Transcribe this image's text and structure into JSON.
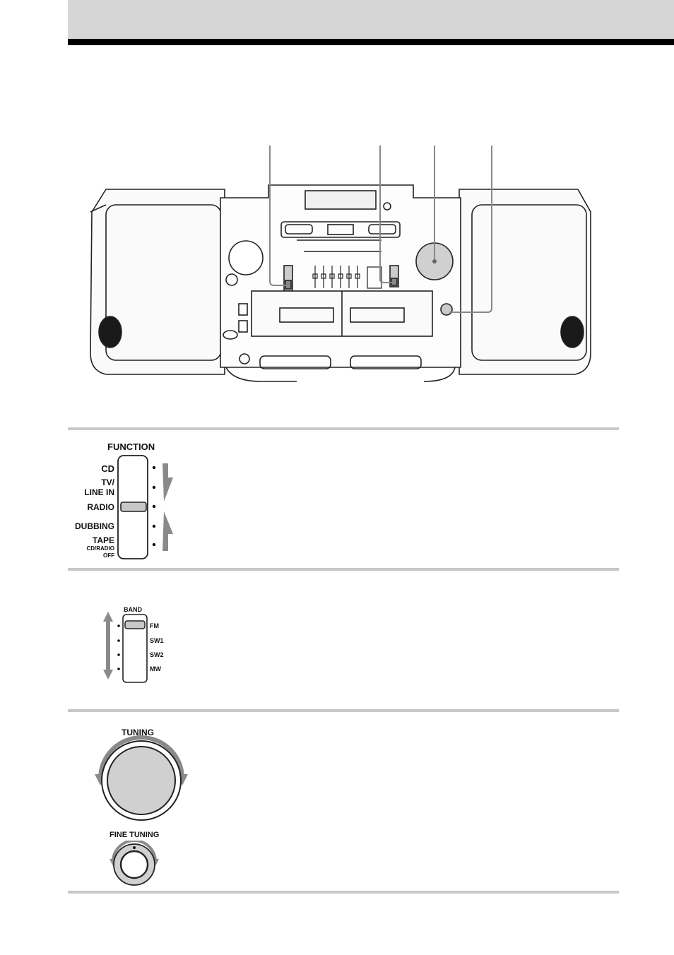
{
  "header": {
    "background": "#d6d6d6",
    "rule_color": "#000000"
  },
  "illustration": {
    "name": "boombox-front-view",
    "callout_count": 4
  },
  "function_switch": {
    "title": "FUNCTION",
    "positions": [
      "CD",
      "TV/\nLINE IN",
      "RADIO",
      "DUBBING",
      "TAPE"
    ],
    "sub_label": "CD/RADIO\nOFF",
    "selected": "RADIO"
  },
  "band_switch": {
    "title": "BAND",
    "positions": [
      "FM",
      "SW1",
      "SW2",
      "MW"
    ],
    "selected": "FM"
  },
  "tuning": {
    "dial_title": "TUNING",
    "fine_title": "FINE TUNING"
  },
  "colors": {
    "section_rule": "#c8c8c8",
    "knob_fill": "#d0d0d0",
    "arrow_gray": "#8a8a8a"
  }
}
